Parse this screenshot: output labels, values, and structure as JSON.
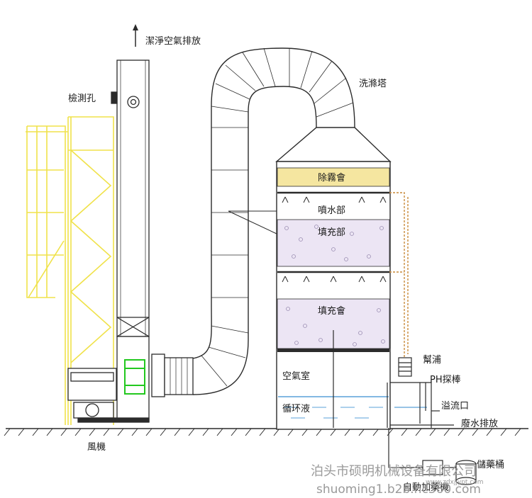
{
  "labels": {
    "clean_air_exhaust": "潔淨空氣排放",
    "inspection_hole": "檢測孔",
    "scrubber_tower": "洗滌塔",
    "demister": "除霧會",
    "spray_section": "噴水部",
    "packing_upper": "填充部",
    "packing_lower": "填充會",
    "air_chamber": "空氣室",
    "circulating_liquid": "循环液",
    "pump": "幫浦",
    "ph_probe": "PH探棒",
    "overflow_outlet": "溢流口",
    "waste_water_discharge": "廢水排放",
    "fan": "風機",
    "storage_tank": "儲藥桶",
    "auto_dosing": "自動加藥機"
  },
  "watermark": {
    "company": "泊头市硕明机械设备有限公司",
    "site": "shuoming1.b2b.hc360.com",
    "small": "www.zdxjjypt.com"
  },
  "colors": {
    "line": "#2b2b2b",
    "yellow_frame": "#f0e24a",
    "fan_green": "#22c81e",
    "demister_fill": "#f5e6a0",
    "packing_fill": "#ece5f4",
    "water": "#5aa0d8",
    "pipe_orange": "#c98a3a"
  }
}
